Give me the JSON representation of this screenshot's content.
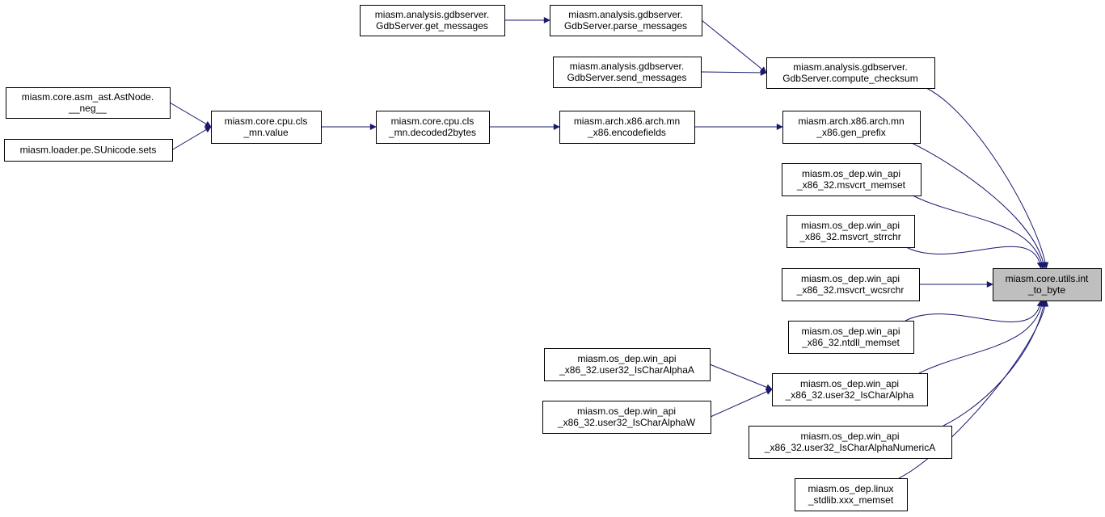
{
  "colors": {
    "edge": "#191970",
    "node_border": "#000000",
    "node_fill": "#ffffff",
    "highlight_fill": "#bfbfbf"
  },
  "nodes": {
    "get_messages": [
      "miasm.analysis.gdbserver.",
      "GdbServer.get_messages"
    ],
    "parse_messages": [
      "miasm.analysis.gdbserver.",
      "GdbServer.parse_messages"
    ],
    "send_messages": [
      "miasm.analysis.gdbserver.",
      "GdbServer.send_messages"
    ],
    "compute_checksum": [
      "miasm.analysis.gdbserver.",
      "GdbServer.compute_checksum"
    ],
    "neg": [
      "miasm.core.asm_ast.AstNode.",
      "__neg__"
    ],
    "sets": [
      "miasm.loader.pe.SUnicode.sets"
    ],
    "value": [
      "miasm.core.cpu.cls",
      "_mn.value"
    ],
    "decoded2bytes": [
      "miasm.core.cpu.cls",
      "_mn.decoded2bytes"
    ],
    "encodefields": [
      "miasm.arch.x86.arch.mn",
      "_x86.encodefields"
    ],
    "gen_prefix": [
      "miasm.arch.x86.arch.mn",
      "_x86.gen_prefix"
    ],
    "msvcrt_memset": [
      "miasm.os_dep.win_api",
      "_x86_32.msvcrt_memset"
    ],
    "msvcrt_strrchr": [
      "miasm.os_dep.win_api",
      "_x86_32.msvcrt_strrchr"
    ],
    "msvcrt_wcsrchr": [
      "miasm.os_dep.win_api",
      "_x86_32.msvcrt_wcsrchr"
    ],
    "ntdll_memset": [
      "miasm.os_dep.win_api",
      "_x86_32.ntdll_memset"
    ],
    "IsCharAlphaA": [
      "miasm.os_dep.win_api",
      "_x86_32.user32_IsCharAlphaA"
    ],
    "IsCharAlphaW": [
      "miasm.os_dep.win_api",
      "_x86_32.user32_IsCharAlphaW"
    ],
    "IsCharAlpha": [
      "miasm.os_dep.win_api",
      "_x86_32.user32_IsCharAlpha"
    ],
    "IsCharAlphaNumericA": [
      "miasm.os_dep.win_api",
      "_x86_32.user32_IsCharAlphaNumericA"
    ],
    "xxx_memset": [
      "miasm.os_dep.linux",
      "_stdlib.xxx_memset"
    ],
    "int_to_byte": [
      "miasm.core.utils.int",
      "_to_byte"
    ]
  },
  "edges": [
    [
      "get_messages",
      "parse_messages"
    ],
    [
      "parse_messages",
      "compute_checksum"
    ],
    [
      "send_messages",
      "compute_checksum"
    ],
    [
      "compute_checksum",
      "int_to_byte"
    ],
    [
      "neg",
      "value"
    ],
    [
      "sets",
      "value"
    ],
    [
      "value",
      "decoded2bytes"
    ],
    [
      "decoded2bytes",
      "encodefields"
    ],
    [
      "encodefields",
      "gen_prefix"
    ],
    [
      "gen_prefix",
      "int_to_byte"
    ],
    [
      "msvcrt_memset",
      "int_to_byte"
    ],
    [
      "msvcrt_strrchr",
      "int_to_byte"
    ],
    [
      "msvcrt_wcsrchr",
      "int_to_byte"
    ],
    [
      "ntdll_memset",
      "int_to_byte"
    ],
    [
      "IsCharAlphaA",
      "IsCharAlpha"
    ],
    [
      "IsCharAlphaW",
      "IsCharAlpha"
    ],
    [
      "IsCharAlpha",
      "int_to_byte"
    ],
    [
      "IsCharAlphaNumericA",
      "int_to_byte"
    ],
    [
      "xxx_memset",
      "int_to_byte"
    ]
  ]
}
